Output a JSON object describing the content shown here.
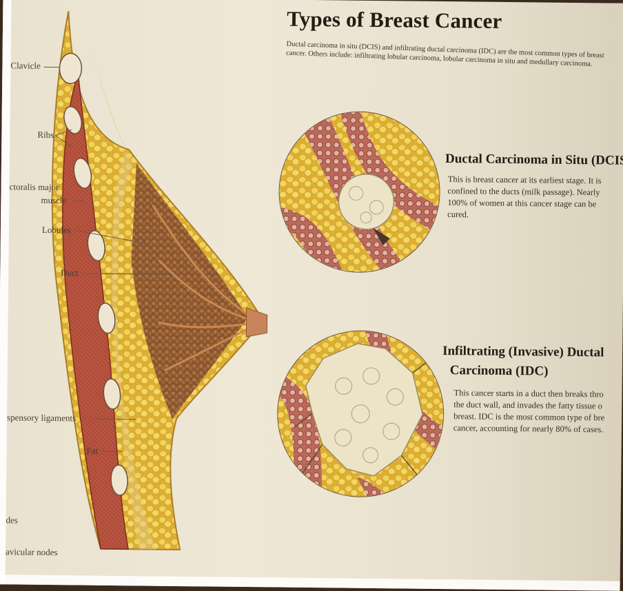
{
  "title": "Types of Breast Cancer",
  "intro": "Ductal carcinoma in situ (DCIS) and infiltrating ductal carcinoma (IDC) are the most common types of breast cancer. Others include: infiltrating lobular carcinoma, lobular carcinoma in situ and medullary carcinoma.",
  "dcis": {
    "heading": "Ductal Carcinoma in Situ (DCIS",
    "lines": [
      "This is breast cancer at its earliest stage. It is",
      "confined to the ducts (milk passage). Nearly",
      "100% of women at this cancer stage can be",
      "cured."
    ]
  },
  "idc": {
    "heading_line1": "Infiltrating (Invasive) Ductal",
    "heading_line2": "Carcinoma (IDC)",
    "lines": [
      "This cancer starts in a duct then breaks thro",
      "the duct wall, and invades the fatty tissue o",
      "breast. IDC is the most common type of bre",
      "cancer, accounting for nearly 80% of cases."
    ]
  },
  "labels": {
    "clavicle": "Clavicle",
    "ribs": "Ribs",
    "pectoralis_1": "ctoralis major",
    "pectoralis_2": "muscle",
    "lobules": "Lobules",
    "duct": "Duct",
    "suspensory": "spensory ligaments",
    "fat": "Fat",
    "nodes_1": "des",
    "nodes_2": "avicular nodes"
  },
  "colors": {
    "paper": "#ece5d2",
    "fat": "#e9c24a",
    "muscle": "#b4523f",
    "tumor": "#ede4c8"
  }
}
